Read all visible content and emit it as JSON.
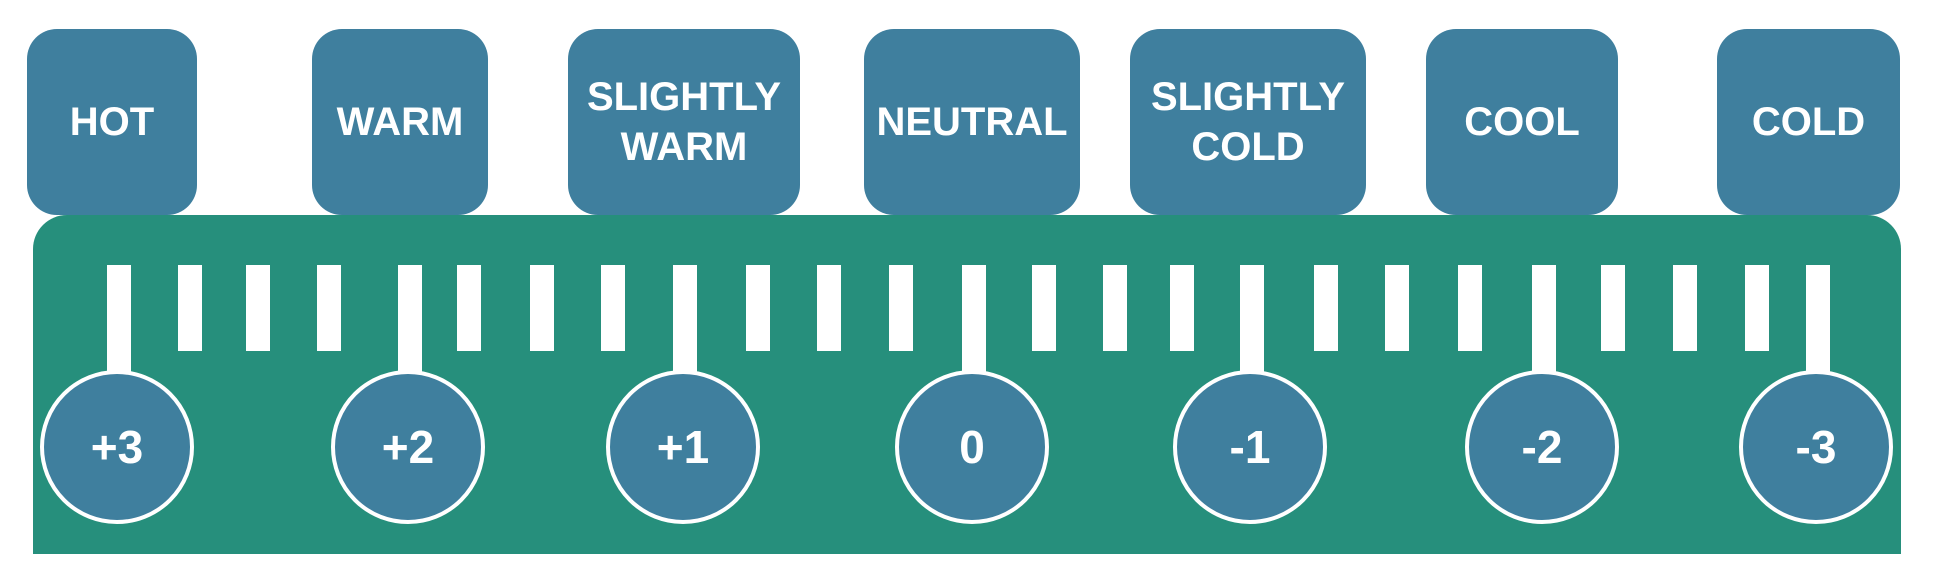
{
  "labels": [
    {
      "text": "HOT"
    },
    {
      "text": "WARM"
    },
    {
      "text": "SLIGHTLY\nWARM"
    },
    {
      "text": "NEUTRAL"
    },
    {
      "text": "SLIGHTLY\nCOLD"
    },
    {
      "text": "COOL"
    },
    {
      "text": "COLD"
    }
  ],
  "values": [
    "+3",
    "+2",
    "+1",
    "0",
    "-1",
    "-2",
    "-3"
  ],
  "colors": {
    "box": "#3f7f9e",
    "scale": "#268f7c",
    "tick": "#ffffff",
    "circle_border": "#ffffff"
  }
}
